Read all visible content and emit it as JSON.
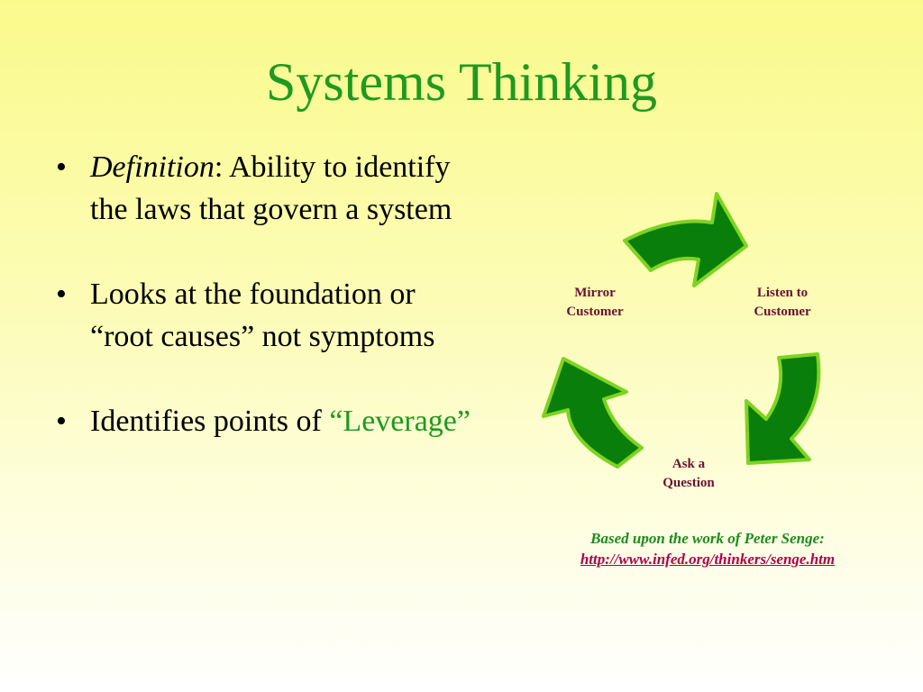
{
  "slide": {
    "title": "Systems Thinking",
    "bullets": [
      {
        "term": "Definition",
        "after_term": ": Ability to identify the laws that govern a system"
      },
      {
        "text": "Looks at the foundation or “root causes” not symptoms"
      },
      {
        "text": "Identifies points of ",
        "highlight": "“Leverage”"
      }
    ],
    "cycle": {
      "labels": {
        "mirror": [
          "Mirror",
          "Customer"
        ],
        "listen": [
          "Listen to",
          "Customer"
        ],
        "ask": [
          "Ask a",
          "Question"
        ]
      },
      "arrow_fill": "#0a7e0a",
      "arrow_stroke": "#7ed321"
    },
    "citation": {
      "text": "Based upon the work of Peter Senge:",
      "link": "http://www.infed.org/thinkers/senge.htm"
    },
    "colors": {
      "title": "#1f9a1f",
      "label": "#6b1131",
      "link": "#b1004a"
    }
  }
}
